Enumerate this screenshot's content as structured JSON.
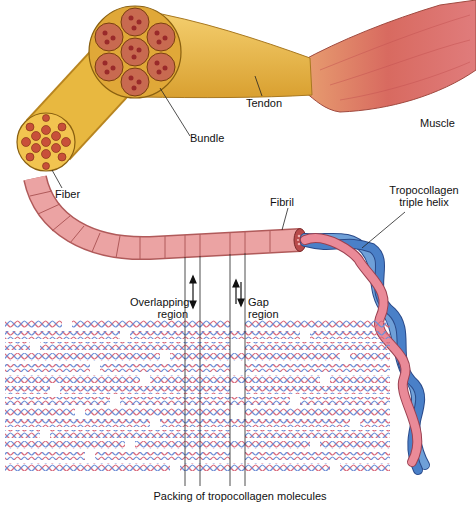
{
  "diagram": {
    "labels": [
      "Tendon",
      "Bundle",
      "Muscle",
      "Fiber",
      "Fibril",
      "Tropocollagen triple helix",
      "Overlapping region",
      "Gap region",
      "Packing of tropocollagen molecules"
    ]
  }
}
